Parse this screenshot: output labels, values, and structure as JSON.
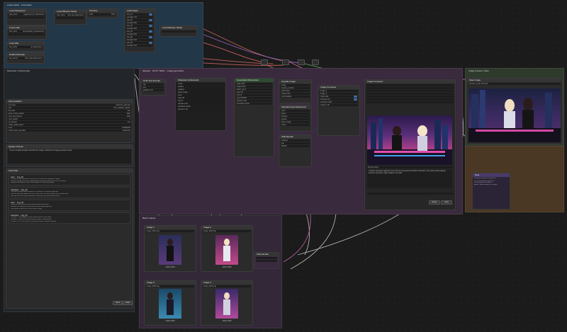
{
  "canvas": {
    "background": "#1b1b1b",
    "group_colors": {
      "top_blue": "#223748",
      "left_dark": "#22262b",
      "center_purple": "#3a2a3e",
      "right_green": "#2e3a2c",
      "right_orange": "#4a3824",
      "bottom_purple": "#332838"
    }
  },
  "groups": {
    "top": {
      "title": "Load models · Lora loader"
    },
    "left": {
      "title": "Florence2 / LLM prompt"
    },
    "center": {
      "title": "Sampler · FLUX / SDXL – Image generation"
    },
    "right": {
      "title": "Image preview / Save"
    },
    "bottom": {
      "title": "Batch outputs"
    }
  },
  "top_nodes": {
    "loader_a": {
      "title": "Load Checkpoint",
      "w1": "ckpt_name",
      "v1": "juggernaut_XL.safetensors"
    },
    "loader_b": {
      "title": "Load LoRA",
      "w1": "lora_name",
      "v1": "dreamshaper_8.safetensors"
    },
    "loader_c": {
      "title": "Load VAE",
      "w1": "vae_name",
      "v1": "ae.safetensors"
    },
    "clip": {
      "title": "DualCLIPLoader",
      "w1": "clip_name1",
      "v1": "t5xxl_fp16.safetensors"
    },
    "unet": {
      "title": "Load Diffusion Model",
      "w1": "unet_name",
      "v1": "flux1-dev.safetensors"
    },
    "lora_stack": {
      "title": "LoRA Stack",
      "rows": [
        "lora_01",
        "strength 1.00",
        "lora_02",
        "strength 0.80",
        "lora_03",
        "strength 0.60",
        "lora_04",
        "strength 0.50",
        "lora_05",
        "strength 0.40",
        "lora_06",
        "strength 0.30"
      ]
    },
    "mini": {
      "title": "Primitive",
      "v1": "1024",
      "v2": "1024"
    }
  },
  "left_panel": {
    "header": "Florence2Run",
    "fields": [
      {
        "label": "text_input",
        "value": "cyberpunk_girls.png"
      },
      {
        "label": "task",
        "value": "more_detailed_caption"
      },
      {
        "label": "fill_mask",
        "value": "true"
      },
      {
        "label": "keep_model_loaded",
        "value": "false"
      },
      {
        "label": "max_new_tokens",
        "value": "1024"
      },
      {
        "label": "num_beams",
        "value": "3"
      },
      {
        "label": "do_sample",
        "value": "true"
      },
      {
        "label": "output_mask_select",
        "value": ""
      },
      {
        "label": "seed",
        "value": "123456789"
      },
      {
        "label": "control_after_generate",
        "value": "randomize"
      }
    ],
    "prompt_title": "System Prompt",
    "prompt_text": "You are a helpful assistant. Describe the image in detail for an image generation model.",
    "chat_title": "LLM Chat",
    "messages": [
      {
        "role": "User",
        "name": "img_01",
        "text": [
          "Describe the two women in the neon-lit DJ booth with cyberpunk styling.",
          "Include clothing, hair colour, lighting and background elements of the city skyline.",
          "Keep the description concise and suitable as a diffusion prompt."
        ]
      },
      {
        "role": "Assistant",
        "name": "img_02",
        "text": [
          "Two young women stand behind a DJ console in a futuristic nightclub.",
          "One has platinum blonde hair and a silver outfit, the other wears black with dark hair.",
          "Neon pink and blue lights illuminate a towering city skyline behind them."
        ]
      },
      {
        "role": "User",
        "name": "img_03",
        "text": [
          "Generate four variations with different poses and outfits.",
          "Maintain the cyberpunk neon aesthetic and city background.",
          "Use portrait orientation for each output image."
        ]
      },
      {
        "role": "Assistant",
        "name": "img_04",
        "text": [
          "Variation 1: standing pose, black leather jacket, neon street.",
          "Variation 2: blonde hair, white top, pink lights, crowd behind.",
          "Variation 3 & 4: blue neon rain, reflective streets, dramatic lighting."
        ]
      }
    ],
    "send_label": "Send",
    "clear_label": "Clear"
  },
  "center_nodes": {
    "sampler": {
      "title": "KSampler (Advanced)",
      "rows": [
        "model",
        "positive",
        "negative",
        "latent_image",
        "seed",
        "steps 30",
        "cfg 3.5",
        "sampler euler",
        "scheduler simple",
        "denoise 1.00"
      ]
    },
    "text_node": {
      "title": "CLIP Text Encode",
      "rows": [
        "clip",
        "text",
        "guidance 3.5"
      ]
    },
    "upscale": {
      "title": "Upscale Image",
      "rows": [
        "image",
        "upscale_method",
        "width 1024",
        "height 1536",
        "crop disabled"
      ]
    },
    "params": {
      "title": "Generation Parameters",
      "rows": [
        "width 1024",
        "height 1024",
        "batch_size 1",
        "steps 30",
        "cfg 3.5",
        "seed 987654",
        "sampler euler",
        "scheduler simple"
      ]
    },
    "sampler2": {
      "title": "SamplerCustomAdvanced",
      "rows": [
        "noise",
        "guider",
        "sampler",
        "sigmas",
        "latent_image",
        "output"
      ]
    },
    "vae_decode": {
      "title": "VAE Decode",
      "rows": [
        "samples",
        "vae",
        "IMAGE"
      ]
    },
    "right_ctrl": {
      "title": "Image Comparer",
      "rows": [
        "image_a",
        "image_b",
        "mode slide",
        "compare true",
        "resolution 1024",
        "opacity 1.00"
      ]
    },
    "preview_caption": "Prompt output",
    "preview_text": "A vibrant cyberpunk nightclub scene with two young women behind a DJ booth, neon pink and blue lighting, futuristic city skyline, highly detailed, cinematic.",
    "preview_btn_a": "Queue",
    "preview_btn_b": "Copy"
  },
  "right_nodes": {
    "save": {
      "title": "Save Image",
      "row": "filename_prefix ComfyUI"
    },
    "note": {
      "title": "Note",
      "text": [
        "Load your reference image here.",
        "Run the workflow to generate",
        "four cyberpunk variations.",
        "Adjust LoRA strengths as needed."
      ]
    }
  },
  "bottom": {
    "cards": [
      {
        "title": "Image 1",
        "file": "image_0001.png",
        "caption": "1024×1536"
      },
      {
        "title": "Image 2",
        "file": "image_0002.png",
        "caption": "1024×1536"
      },
      {
        "title": "Image 3",
        "file": "image_0003.png",
        "caption": "1024×1536"
      },
      {
        "title": "Image 4",
        "file": "image_0004.png",
        "caption": "1024×1536"
      }
    ]
  }
}
